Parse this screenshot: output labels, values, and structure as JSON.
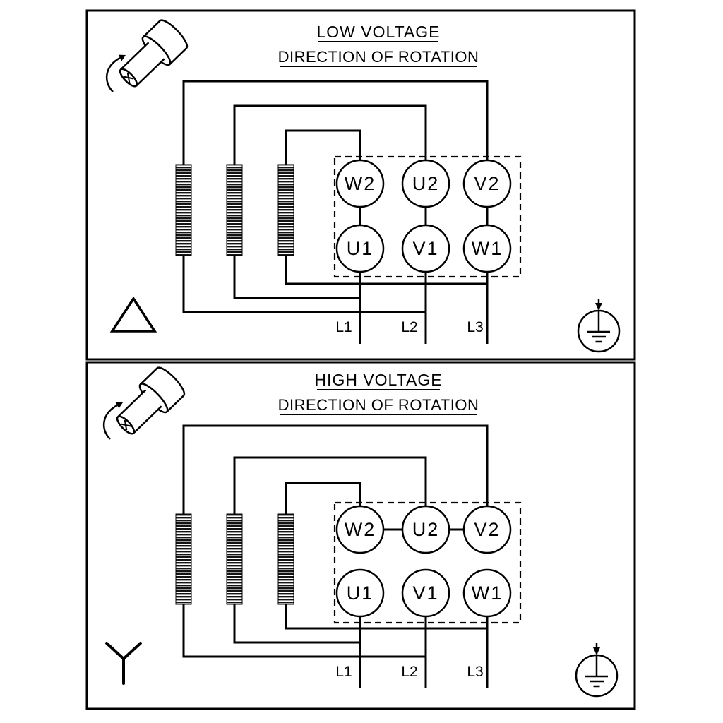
{
  "page": {
    "background": "#ffffff",
    "line_color": "#000000",
    "kind": "motor-terminal-wiring-diagram"
  },
  "panels": [
    {
      "title": "LOW VOLTAGE",
      "subtitle": "DIRECTION OF ROTATION",
      "connection": "delta",
      "terminals": {
        "top": [
          "W2",
          "U2",
          "V2"
        ],
        "bottom": [
          "U1",
          "V1",
          "W1"
        ]
      },
      "leads": [
        "L1",
        "L2",
        "L3"
      ],
      "icons": [
        "shaft-rotation-icon",
        "delta-connection-icon",
        "earth-ground-icon"
      ]
    },
    {
      "title": "HIGH VOLTAGE",
      "subtitle": "DIRECTION OF ROTATION",
      "connection": "star",
      "terminals": {
        "top": [
          "W2",
          "U2",
          "V2"
        ],
        "bottom": [
          "U1",
          "V1",
          "W1"
        ]
      },
      "leads": [
        "L1",
        "L2",
        "L3"
      ],
      "icons": [
        "shaft-rotation-icon",
        "star-connection-icon",
        "earth-ground-icon"
      ]
    }
  ]
}
